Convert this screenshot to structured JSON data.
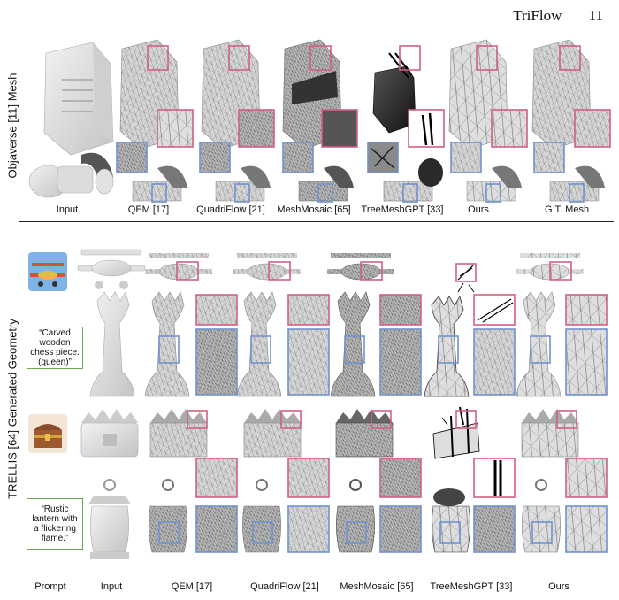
{
  "header": {
    "title": "TriFlow",
    "page_number": "11"
  },
  "section_labels": {
    "objaverse": "Objaverse [11] Mesh",
    "trellis": "TRELLIS [64] Generated Geometry"
  },
  "top_columns": [
    "Input",
    "QEM [17]",
    "QuadriFlow [21]",
    "MeshMosaic [65]",
    "TreeMeshGPT [33]",
    "Ours",
    "G.T. Mesh"
  ],
  "bottom_columns": [
    "Prompt",
    "Input",
    "QEM [17]",
    "QuadriFlow [21]",
    "MeshMosaic [65]",
    "TreeMeshGPT [33]",
    "Ours"
  ],
  "prompts": [
    {
      "type": "image",
      "icon": "biplane-thumbnail-icon"
    },
    {
      "type": "text",
      "text": "“Carved wooden chess piece. (queen)”"
    },
    {
      "type": "image",
      "icon": "treasure-chest-thumbnail-icon"
    },
    {
      "type": "text",
      "text": "“Rustic lantern with a flickering flame.”"
    }
  ],
  "colors": {
    "zoom_pink": "#d0627f",
    "zoom_blue": "#6f93cf",
    "prompt_green": "#6aa84f",
    "mesh_fill": "#dcdcdc",
    "mesh_dark": "#1a1a1a"
  }
}
